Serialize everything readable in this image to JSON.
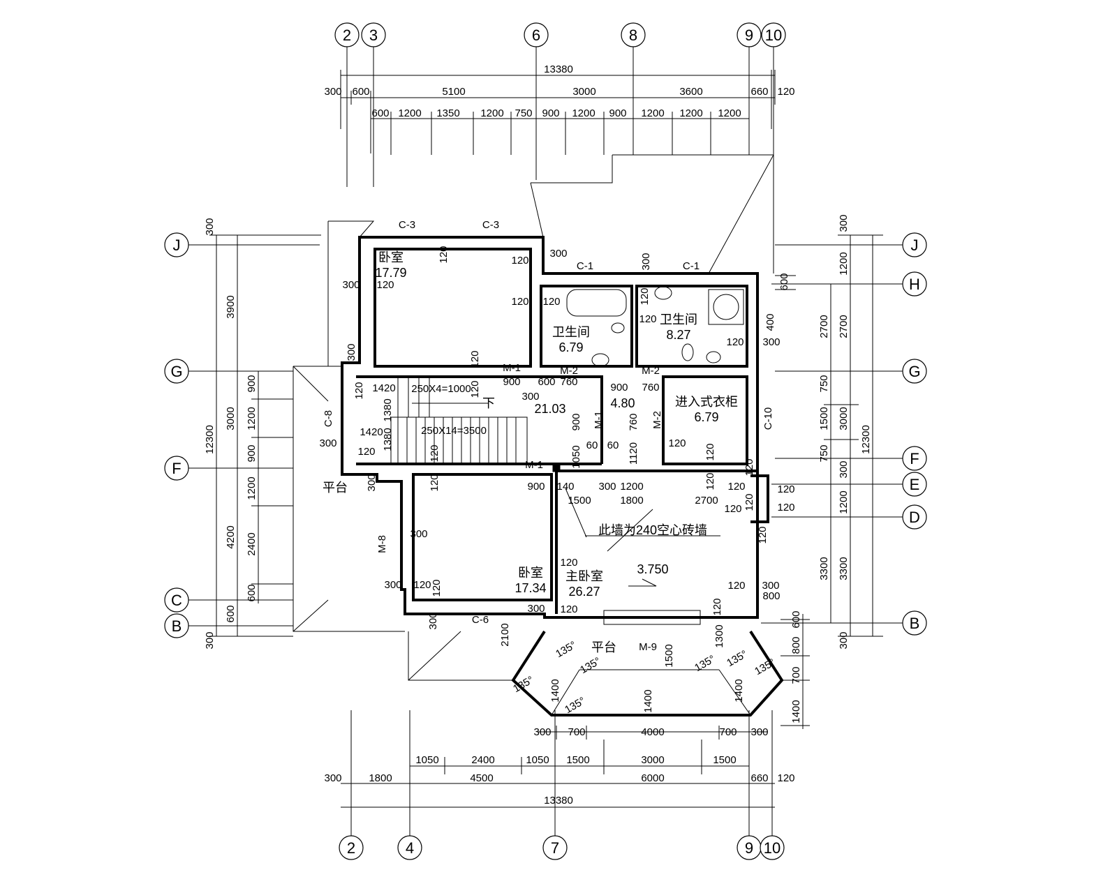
{
  "axes": {
    "top": [
      "2",
      "3",
      "6",
      "8",
      "9",
      "10"
    ],
    "bottom": [
      "2",
      "4",
      "7",
      "9",
      "10"
    ],
    "left": [
      "J",
      "G",
      "F",
      "C",
      "B"
    ],
    "right": [
      "J",
      "H",
      "G",
      "F",
      "E",
      "D",
      "B"
    ]
  },
  "dims": {
    "top_total": [
      "13380"
    ],
    "top_row2": [
      "300",
      "600",
      "5100",
      "3000",
      "3600",
      "660",
      "120"
    ],
    "top_row3": [
      "600",
      "1200",
      "1350",
      "1200",
      "750",
      "900",
      "1200",
      "900",
      "1200",
      "1200",
      "1200"
    ],
    "bottom_row1": [
      "300",
      "700",
      "4000",
      "700",
      "300"
    ],
    "bottom_row2": [
      "1050",
      "2400",
      "1050",
      "1500",
      "3000",
      "1500"
    ],
    "bottom_row3": [
      "300",
      "1800",
      "4500",
      "6000",
      "660",
      "120"
    ],
    "bottom_total": [
      "13380"
    ],
    "left_outer": [
      "300",
      "12300",
      "300"
    ],
    "left_mid": [
      "3900",
      "3000",
      "4200",
      "600"
    ],
    "left_inner": [
      "900",
      "1200",
      "900",
      "1200",
      "2400",
      "600"
    ],
    "right_outer": [
      "12300"
    ],
    "right_mid": [
      "300",
      "1200",
      "2700",
      "3000",
      "300",
      "1200",
      "3300",
      "300"
    ],
    "right_inner": [
      "2700",
      "750",
      "1500",
      "750",
      "3300"
    ],
    "right_misc": [
      "600",
      "400",
      "600",
      "800",
      "700",
      "1400"
    ],
    "interior": [
      "300",
      "120",
      "120",
      "300",
      "120",
      "120",
      "120",
      "120",
      "120",
      "120",
      "300",
      "300",
      "120",
      "120",
      "120",
      "120",
      "300",
      "1420",
      "120",
      "1420",
      "1380",
      "1380",
      "120",
      "120",
      "300",
      "120",
      "120",
      "900",
      "600",
      "760",
      "900",
      "760",
      "300",
      "900",
      "1050",
      "60",
      "60",
      "760",
      "1120",
      "120",
      "120",
      "120",
      "900",
      "140",
      "1500",
      "300",
      "1200",
      "1800",
      "2700",
      "120",
      "120",
      "120",
      "120",
      "120",
      "300",
      "300",
      "300",
      "120",
      "120",
      "120",
      "120",
      "300",
      "120",
      "800",
      "300",
      "300",
      "2100",
      "1500",
      "1400",
      "1300",
      "1400",
      "1400"
    ],
    "angles": [
      "135°",
      "135°",
      "135°",
      "135°",
      "135°",
      "135°",
      "135°"
    ]
  },
  "rooms": [
    {
      "name": "卧室",
      "area": "17.79"
    },
    {
      "name": "卫生间",
      "area": "6.79"
    },
    {
      "name": "卫生间",
      "area": "8.27"
    },
    {
      "name": "进入式衣柜",
      "area": "6.79"
    },
    {
      "name": "卧室",
      "area": "17.34"
    },
    {
      "name": "主卧室",
      "area": "26.27"
    }
  ],
  "hall_areas": [
    "21.03",
    "4.80"
  ],
  "platforms": [
    "平台",
    "平台"
  ],
  "tags": [
    "C-3",
    "C-3",
    "C-1",
    "C-1",
    "M-1",
    "M-2",
    "M-2",
    "M-1",
    "M-2",
    "M-1",
    "C-8",
    "C-10",
    "M-8",
    "C-6",
    "M-9"
  ],
  "stairs": {
    "upper": "250X4=1000",
    "lower": "250X14=3500",
    "down": "下"
  },
  "notes": {
    "wall": "此墙为240空心砖墙",
    "elevation": "3.750"
  }
}
